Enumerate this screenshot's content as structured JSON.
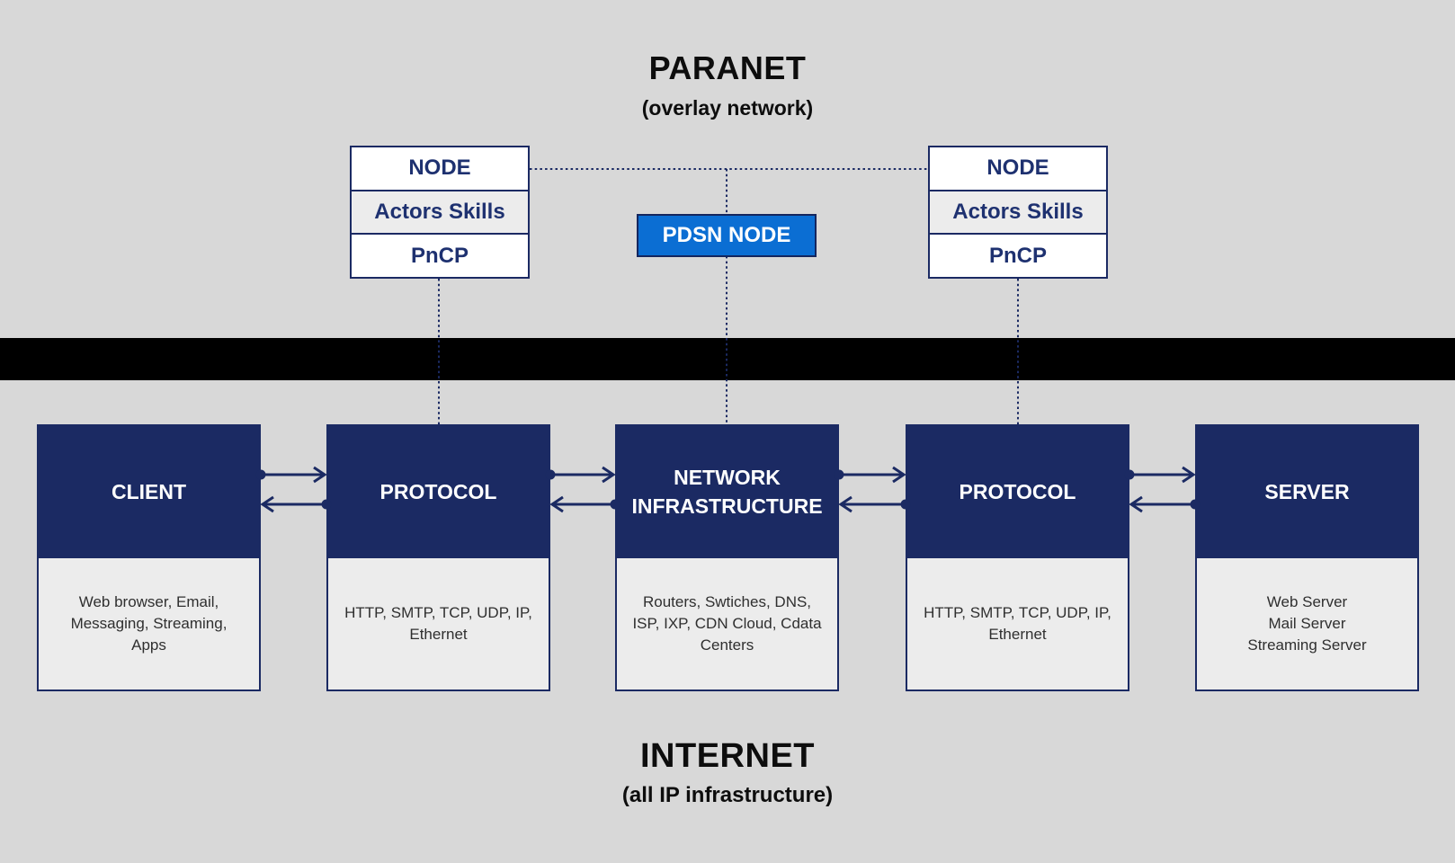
{
  "paranet": {
    "title": "PARANET",
    "subtitle": "(overlay network)"
  },
  "internet": {
    "title": "INTERNET",
    "subtitle": "(all IP infrastructure)"
  },
  "overlay_nodes": {
    "left": {
      "rows": [
        "NODE",
        "Actors Skills",
        "PnCP"
      ]
    },
    "right": {
      "rows": [
        "NODE",
        "Actors Skills",
        "PnCP"
      ]
    },
    "pdsn_label": "PDSN NODE"
  },
  "stack": [
    {
      "title": "CLIENT",
      "desc": "Web browser, Email, Messaging, Streaming, Apps"
    },
    {
      "title": "PROTOCOL",
      "desc": "HTTP, SMTP, TCP, UDP, IP, Ethernet"
    },
    {
      "title": "NETWORK INFRASTRUCTURE",
      "desc": "Routers, Swtiches, DNS, ISP, IXP, CDN Cloud, Cdata Centers"
    },
    {
      "title": "PROTOCOL",
      "desc": "HTTP, SMTP, TCP, UDP, IP, Ethernet"
    },
    {
      "title": "SERVER",
      "desc": "Web Server\nMail Server\nStreaming Server"
    }
  ],
  "colors": {
    "background": "#d8d8d8",
    "navy": "#1b2a63",
    "node_text": "#1e3170",
    "pdsn_blue": "#0b6ed3",
    "panel_gray": "#ececec",
    "separator": "#000000",
    "title_text": "#0d0d0d"
  }
}
